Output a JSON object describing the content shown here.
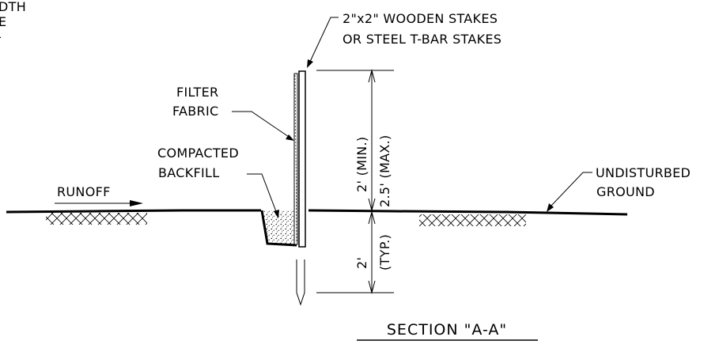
{
  "labels": {
    "cutoff_top": "DTH",
    "cutoff_mid": "E",
    "cutoff_bot": "-",
    "stakes_line1": "2\"x2\" WOODEN STAKES",
    "stakes_line2": "OR STEEL T-BAR STAKES",
    "fabric_line1": "FILTER",
    "fabric_line2": "FABRIC",
    "backfill_line1": "COMPACTED",
    "backfill_line2": "BACKFILL",
    "runoff": "RUNOFF",
    "ground_line1": "UNDISTURBED",
    "ground_line2": "GROUND",
    "dim_upper_min": "2' (MIN.)",
    "dim_upper_max": "2.5' (MAX.)",
    "dim_lower": "2'",
    "dim_lower_typ": "(TYP.)",
    "section_title": "SECTION \"A-A\""
  }
}
